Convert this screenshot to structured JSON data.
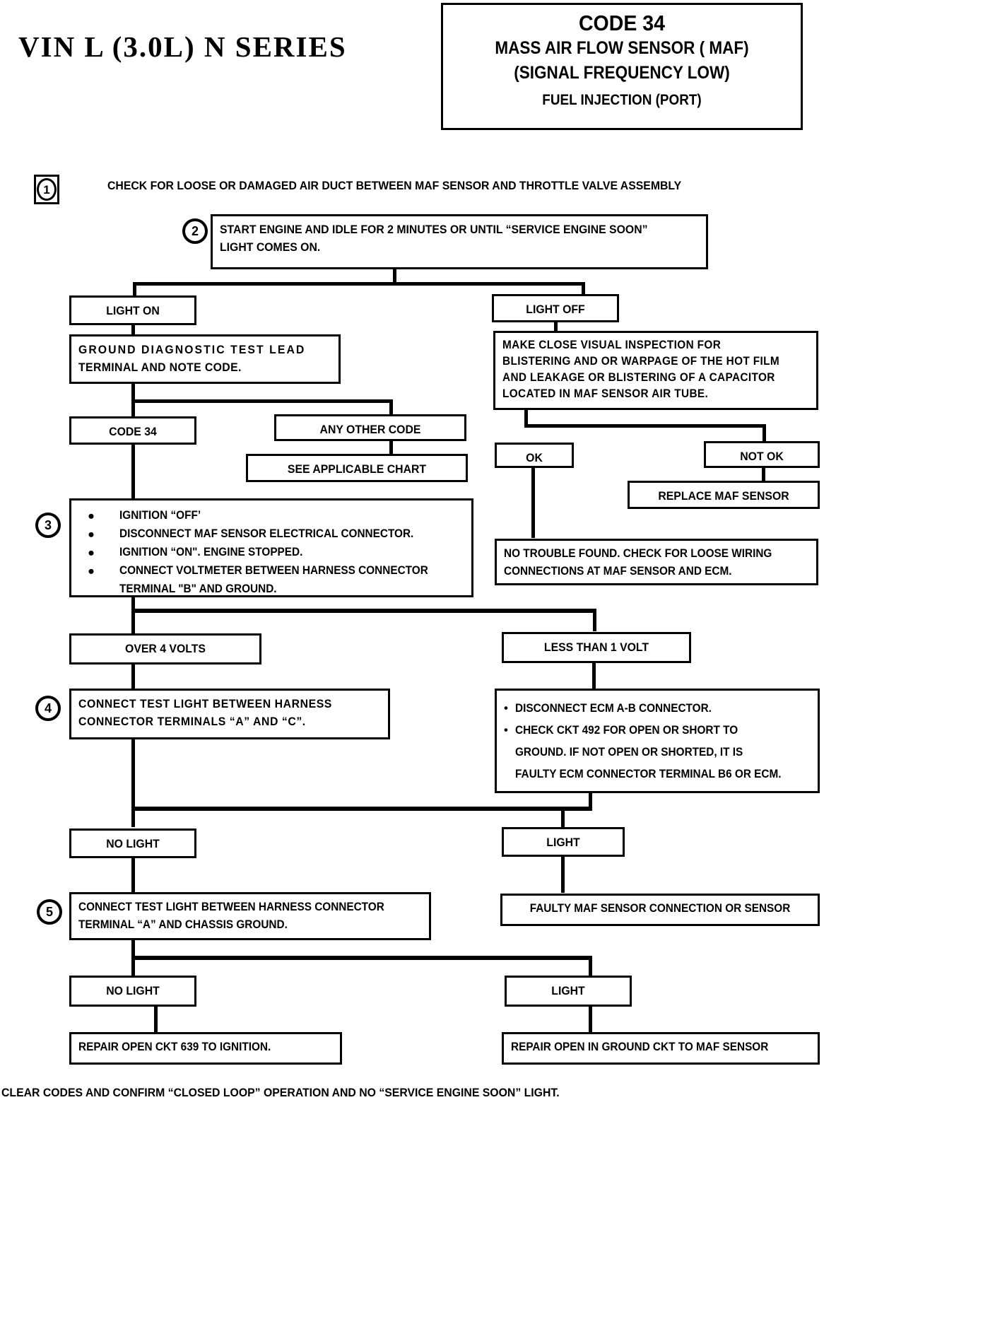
{
  "header": {
    "vin_title": "VIN  L  (3.0L)  N  SERIES",
    "code_line1": "CODE 34",
    "code_line2": "MASS AIR FLOW SENSOR ( MAF)",
    "code_line3": "(SIGNAL FREQUENCY LOW)",
    "code_line4": "FUEL INJECTION (PORT)"
  },
  "steps": {
    "s1": "1",
    "s2": "2",
    "s3": "3",
    "s4": "4",
    "s5": "5"
  },
  "nodes": {
    "step1_text": "CHECK FOR LOOSE OR DAMAGED AIR DUCT BETWEEN MAF SENSOR AND THROTTLE VALVE ASSEMBLY",
    "step2_text": "START ENGINE AND IDLE FOR 2 MINUTES OR UNTIL “SERVICE ENGINE SOON”\nLIGHT COMES ON.",
    "light_on": "LIGHT ON",
    "light_off": "LIGHT OFF",
    "ground_diag": "GROUND DIAGNOSTIC TEST LEAD",
    "ground_diag_2": "TERMINAL AND NOTE CODE.",
    "visual_inspection": "MAKE  CLOSE  VISUAL  INSPECTION  FOR\nBLISTERING AND OR WARPAGE OF THE HOT FILM\nAND LEAKAGE OR BLISTERING OF A CAPACITOR\nLOCATED IN MAF SENSOR AIR TUBE.",
    "code_34": "CODE 34",
    "any_other_code": "ANY OTHER CODE",
    "see_applicable_chart": "SEE  APPLICABLE CHART",
    "ok": "OK",
    "not_ok": "NOT OK",
    "replace_maf": "REPLACE MAF SENSOR",
    "no_trouble_found": "NO TROUBLE FOUND. CHECK FOR LOOSE WIRING\nCONNECTIONS AT MAF SENSOR AND ECM.",
    "step3_bullets": [
      "IGNITION “OFF’",
      "DISCONNECT MAF SENSOR ELECTRICAL CONNECTOR.",
      "IGNITION “ON\". ENGINE STOPPED.",
      "CONNECT VOLTMETER BETWEEN HARNESS CONNECTOR",
      "TERMINAL \"B\" AND GROUND."
    ],
    "over_4_volts": "OVER 4 VOLTS",
    "less_than_1_volt": "LESS THAN 1 VOLT",
    "step4_text": "CONNECT  TEST  LIGHT  BETWEEN  HARNESS\nCONNECTOR TERMINALS “A” AND “C”.",
    "ecm_checks": [
      "DISCONNECT ECM A-B CONNECTOR.",
      "CHECK CKT 492 FOR OPEN OR SHORT TO",
      "GROUND. IF NOT OPEN OR SHORTED, IT IS",
      "FAULTY ECM CONNECTOR TERMINAL B6 OR ECM."
    ],
    "no_light_1": "NO LIGHT",
    "light_1": "LIGHT",
    "step5_text": "CONNECT TEST LIGHT BETWEEN HARNESS CONNECTOR\nTERMINAL “A” AND CHASSIS GROUND.",
    "faulty_maf": "FAULTY MAF SENSOR CONNECTION OR SENSOR",
    "no_light_2": "NO LIGHT",
    "light_2": "LIGHT",
    "repair_639": "REPAIR OPEN CKT 639 TO IGNITION.",
    "repair_ground": "REPAIR OPEN IN GROUND CKT TO MAF SENSOR",
    "footer": "CLEAR CODES AND CONFIRM “CLOSED LOOP”  OPERATION AND NO “SERVICE ENGINE SOON” LIGHT."
  }
}
